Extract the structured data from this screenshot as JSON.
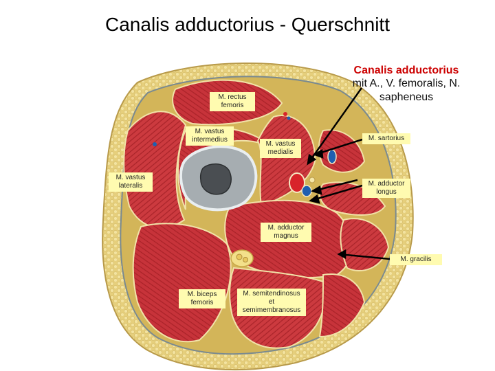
{
  "title": "Canalis adductorius - Querschnitt",
  "caption": {
    "heading": "Canalis adductorius",
    "text": "mit A., V. femoralis, N. sapheneus"
  },
  "labels": {
    "rectus_femoris": "M. rectus femoris",
    "vastus_intermedius": "M. vastus intermedius",
    "vastus_medialis": "M. vastus medialis",
    "vastus_lateralis": "M. vastus lateralis",
    "sartorius": "M. sartorius",
    "adductor_longus": "M. adductor longus",
    "adductor_magnus": "M. adductor magnus",
    "gracilis": "M. gracilis",
    "biceps_femoris": "M. biceps femoris",
    "semitendinosus": "M. semitendinosus et semimembranosus"
  },
  "colors": {
    "muscle": "#c8353a",
    "fat": "#e8d27a",
    "bone": "#9aa4a8",
    "artery": "#d8232a",
    "vein": "#1f5fb0",
    "label_bg": "#fffbb0",
    "caption_heading": "#cc0000"
  }
}
